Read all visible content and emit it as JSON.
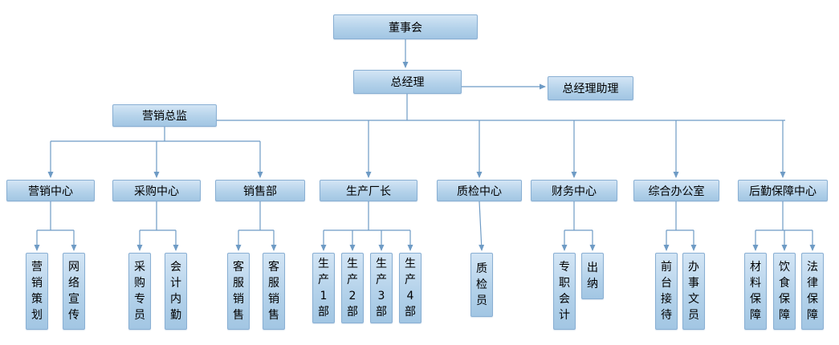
{
  "colors": {
    "box_fill_top": "#d3e5f5",
    "box_fill_bottom": "#a2c6e3",
    "box_border": "#89afd3",
    "connector": "#6e9bc5",
    "text": "#000000"
  },
  "nodes": {
    "board": {
      "label": "董事会"
    },
    "general_manager": {
      "label": "总经理"
    },
    "gm_assistant": {
      "label": "总经理助理"
    },
    "marketing_director": {
      "label": "营销总监"
    },
    "marketing_center": {
      "label": "营销中心"
    },
    "purchasing_center": {
      "label": "采购中心"
    },
    "sales_dept": {
      "label": "销售部"
    },
    "production_chief": {
      "label": "生产厂长"
    },
    "qc_center": {
      "label": "质检中心"
    },
    "finance_center": {
      "label": "财务中心"
    },
    "general_office": {
      "label": "综合办公室"
    },
    "logistics_center": {
      "label": "后勤保障中心"
    },
    "marketing_planning": {
      "label": "营销策划"
    },
    "online_promotion": {
      "label": "网络宣传"
    },
    "purchasing_specialist": {
      "label": "采购专员"
    },
    "accounting_clerk": {
      "label": "会计内勤"
    },
    "cs_sales_1": {
      "label": "客服销售"
    },
    "cs_sales_2": {
      "label": "客服销售"
    },
    "production_dept_1": {
      "label": "生产1部"
    },
    "production_dept_2": {
      "label": "生产2部"
    },
    "production_dept_3": {
      "label": "生产3部"
    },
    "production_dept_4": {
      "label": "生产4部"
    },
    "qc_inspector": {
      "label": "质检员"
    },
    "fulltime_accountant": {
      "label": "专职会计"
    },
    "cashier": {
      "label": "出纳"
    },
    "front_desk": {
      "label": "前台接待"
    },
    "office_clerk": {
      "label": "办事文员"
    },
    "material_support": {
      "label": "材料保障"
    },
    "food_support": {
      "label": "饮食保障"
    },
    "legal_support": {
      "label": "法律保障"
    }
  }
}
